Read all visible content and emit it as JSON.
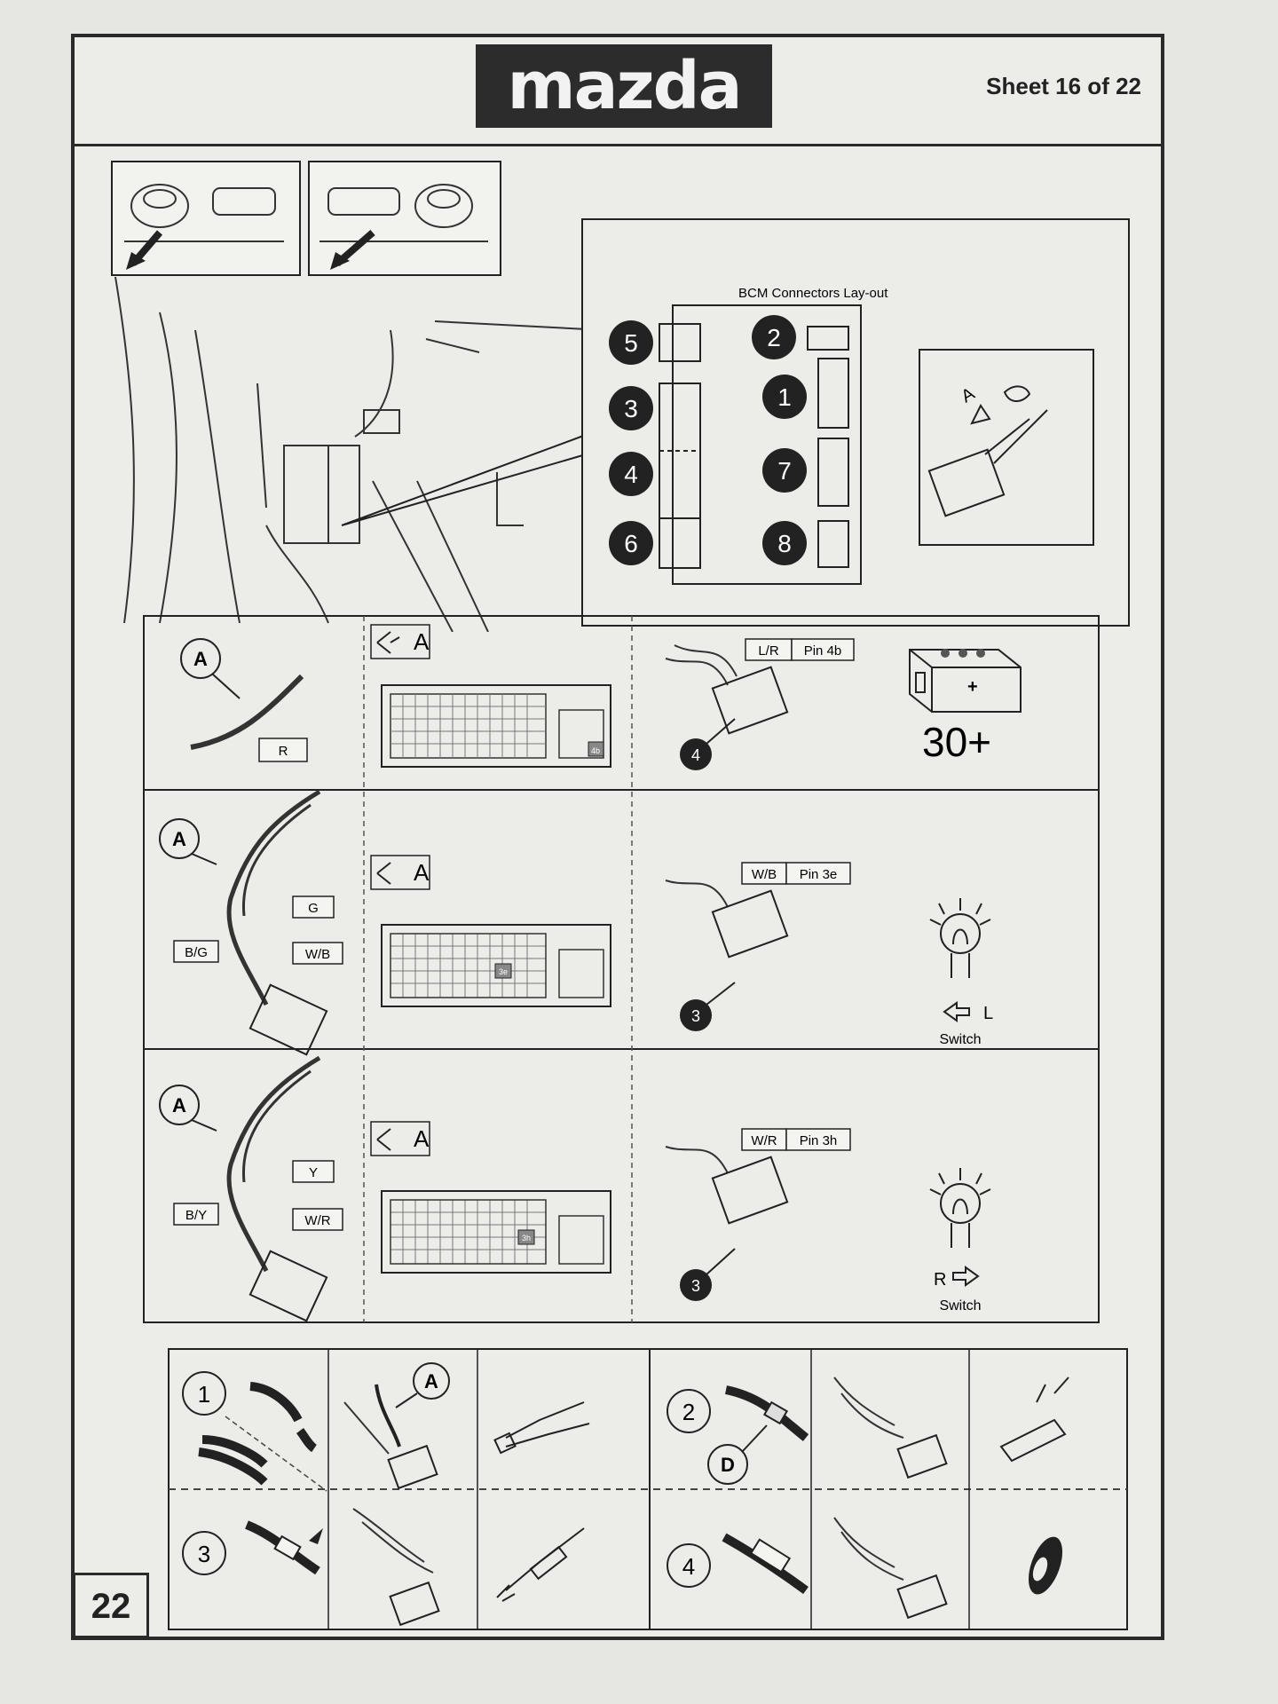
{
  "header": {
    "logo_text": "mazda",
    "sheet_label": "Sheet 16 of 22"
  },
  "bcm": {
    "title": "BCM Connectors Lay-out",
    "connectors": [
      "5",
      "2",
      "3",
      "1",
      "4",
      "7",
      "6",
      "8"
    ],
    "view_label": "A"
  },
  "rows": [
    {
      "wire_ref": "A",
      "wire_labels": [
        "R"
      ],
      "view_label": "A",
      "pin_label": "4b",
      "callout_wire": "L/R",
      "callout_pin": "Pin 4b",
      "connector": "4",
      "right_text": "30+",
      "right_sub": ""
    },
    {
      "wire_ref": "A",
      "wire_labels": [
        "G",
        "B/G",
        "W/B"
      ],
      "view_label": "A",
      "pin_label": "3e",
      "callout_wire": "W/B",
      "callout_pin": "Pin 3e",
      "connector": "3",
      "right_text": "L",
      "right_sub": "Switch"
    },
    {
      "wire_ref": "A",
      "wire_labels": [
        "Y",
        "B/Y",
        "W/R"
      ],
      "view_label": "A",
      "pin_label": "3h",
      "callout_wire": "W/R",
      "callout_pin": "Pin 3h",
      "connector": "3",
      "right_text": "R",
      "right_sub": "Switch"
    }
  ],
  "steps": {
    "numbers": [
      "1",
      "2",
      "3",
      "4"
    ],
    "ref_a": "A",
    "ref_d": "D"
  },
  "footer": {
    "page_number": "22"
  }
}
